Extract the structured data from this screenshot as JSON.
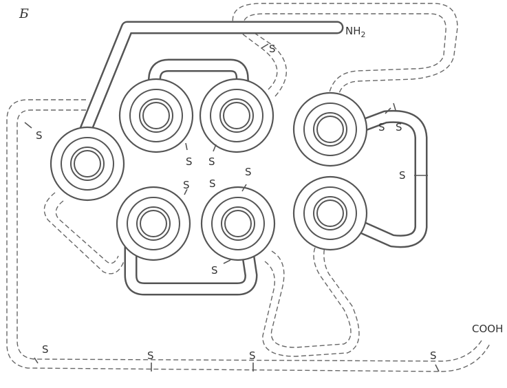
{
  "panel_label": "Б",
  "labels": {
    "n_terminus": "NH",
    "n_terminus_sub": "2",
    "c_terminus": "COOH",
    "disulfide": "S"
  }
}
